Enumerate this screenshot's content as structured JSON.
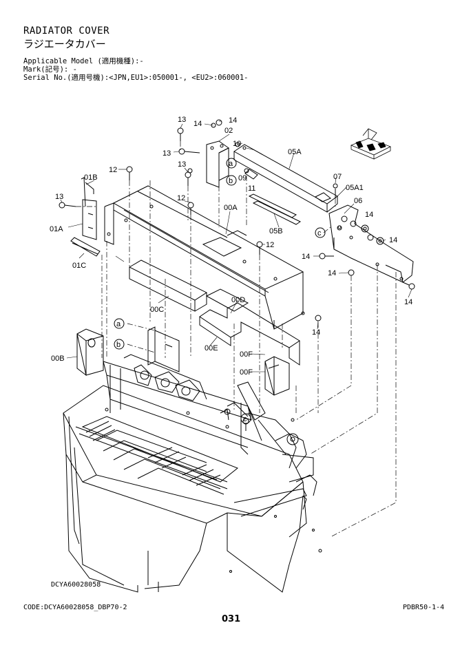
{
  "header": {
    "title": "RADIATOR COVER",
    "title_jp": "ラジエータカバー",
    "model_line": "Applicable Model (適用機種):-",
    "mark_line": "Mark(記号): -",
    "serial_line": "Serial No.(適用号機):<JPN,EU1>:050001-, <EU2>:060001-"
  },
  "labels": {
    "l13a": "13",
    "l14a": "14",
    "l14b": "14",
    "l02": "02",
    "l10": "10",
    "l13b": "13",
    "l05a": "05A",
    "l13c": "13",
    "l12a": "12",
    "l01b": "01B",
    "la1": "a",
    "l09": "09",
    "lb1": "b",
    "l11": "11",
    "l07": "07",
    "l05a1": "05A1",
    "l13d": "13",
    "l12b": "12",
    "l00a": "00A",
    "l06": "06",
    "l01a": "01A",
    "l05b": "05B",
    "l14c": "14",
    "lc1": "c",
    "l14d": "14",
    "l12c": "12",
    "l01c": "01C",
    "l14e": "14",
    "l14f": "14",
    "l14g": "14",
    "l00c": "00C",
    "l00d": "00D",
    "l14h": "14",
    "la2": "a",
    "lb2": "b",
    "l00e": "00E",
    "l00b": "00B",
    "l00f1": "00F",
    "l00f2": "00F",
    "lc2": "c"
  },
  "footer": {
    "drawing_code": "DCYA60028058",
    "code_line": "CODE:DCYA60028058_DBP70-2",
    "page_number": "031",
    "ref": "PDBR50-1-4"
  }
}
